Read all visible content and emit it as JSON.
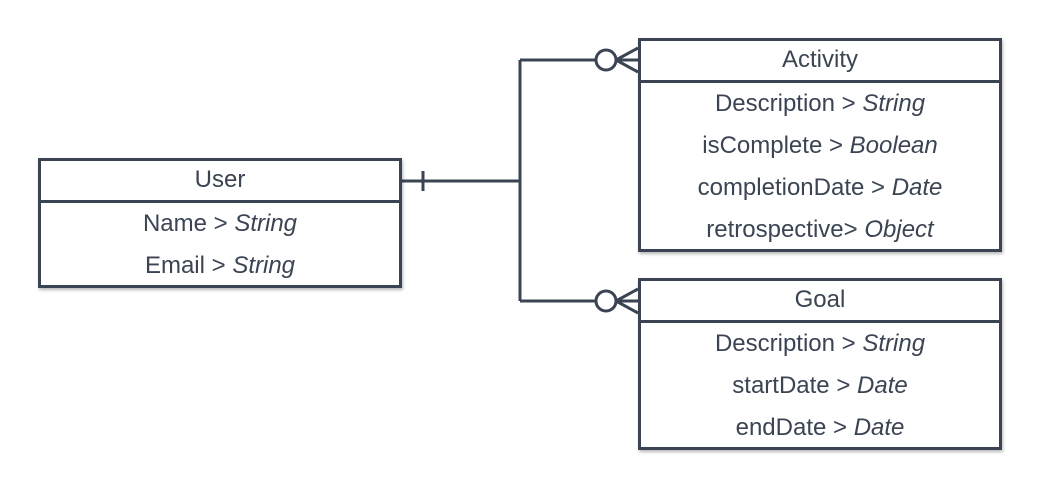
{
  "entities": {
    "user": {
      "title": "User",
      "attributes": [
        {
          "name": "Name > ",
          "type": "String"
        },
        {
          "name": "Email > ",
          "type": "String"
        }
      ]
    },
    "activity": {
      "title": "Activity",
      "attributes": [
        {
          "name": "Description > ",
          "type": "String"
        },
        {
          "name": "isComplete > ",
          "type": "Boolean"
        },
        {
          "name": "completionDate > ",
          "type": "Date"
        },
        {
          "name": "retrospective> ",
          "type": "Object"
        }
      ]
    },
    "goal": {
      "title": "Goal",
      "attributes": [
        {
          "name": "Description > ",
          "type": "String"
        },
        {
          "name": "startDate > ",
          "type": "Date"
        },
        {
          "name": "endDate > ",
          "type": "Date"
        }
      ]
    }
  },
  "relationships": [
    {
      "from": "User",
      "to": "Activity",
      "from_cardinality": "one",
      "to_cardinality": "zero-or-many"
    },
    {
      "from": "User",
      "to": "Goal",
      "from_cardinality": "one",
      "to_cardinality": "zero-or-many"
    }
  ],
  "colors": {
    "line": "#3b4453",
    "text": "#3b4453",
    "background": "#ffffff"
  }
}
